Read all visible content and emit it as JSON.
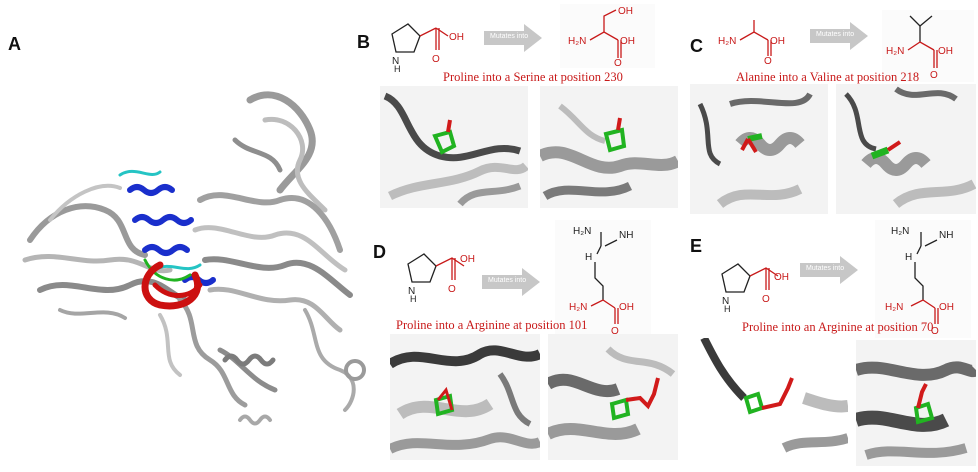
{
  "panels": {
    "a": {
      "letter": "A"
    },
    "b": {
      "letter": "B",
      "caption": "Proline into a Serine at position 230",
      "arrow_label": "Mutates into"
    },
    "c": {
      "letter": "C",
      "caption": "Alanine into a Valine at position 218",
      "arrow_label": "Mutates into"
    },
    "d": {
      "letter": "D",
      "caption": "Proline into a Arginine at position 101",
      "arrow_label": "Mutates into"
    },
    "e": {
      "letter": "E",
      "caption": "Proline into an Arginine at position 70",
      "arrow_label": "Mutates into"
    }
  },
  "atoms": {
    "oh": "OH",
    "o": "O",
    "h2n": "H₂N",
    "nh2_h2n": "H₂N",
    "nh": "NH",
    "n": "N",
    "h": "H",
    "hn": "H"
  },
  "colors": {
    "caption": "#c81a1a",
    "mutant_residue": "#d11a1a",
    "wildtype_residue": "#21b321",
    "helix": "#1a2fcc",
    "loop": "#25c4c4",
    "sheet": "#cc1010",
    "protein": "#9a9a9a"
  }
}
